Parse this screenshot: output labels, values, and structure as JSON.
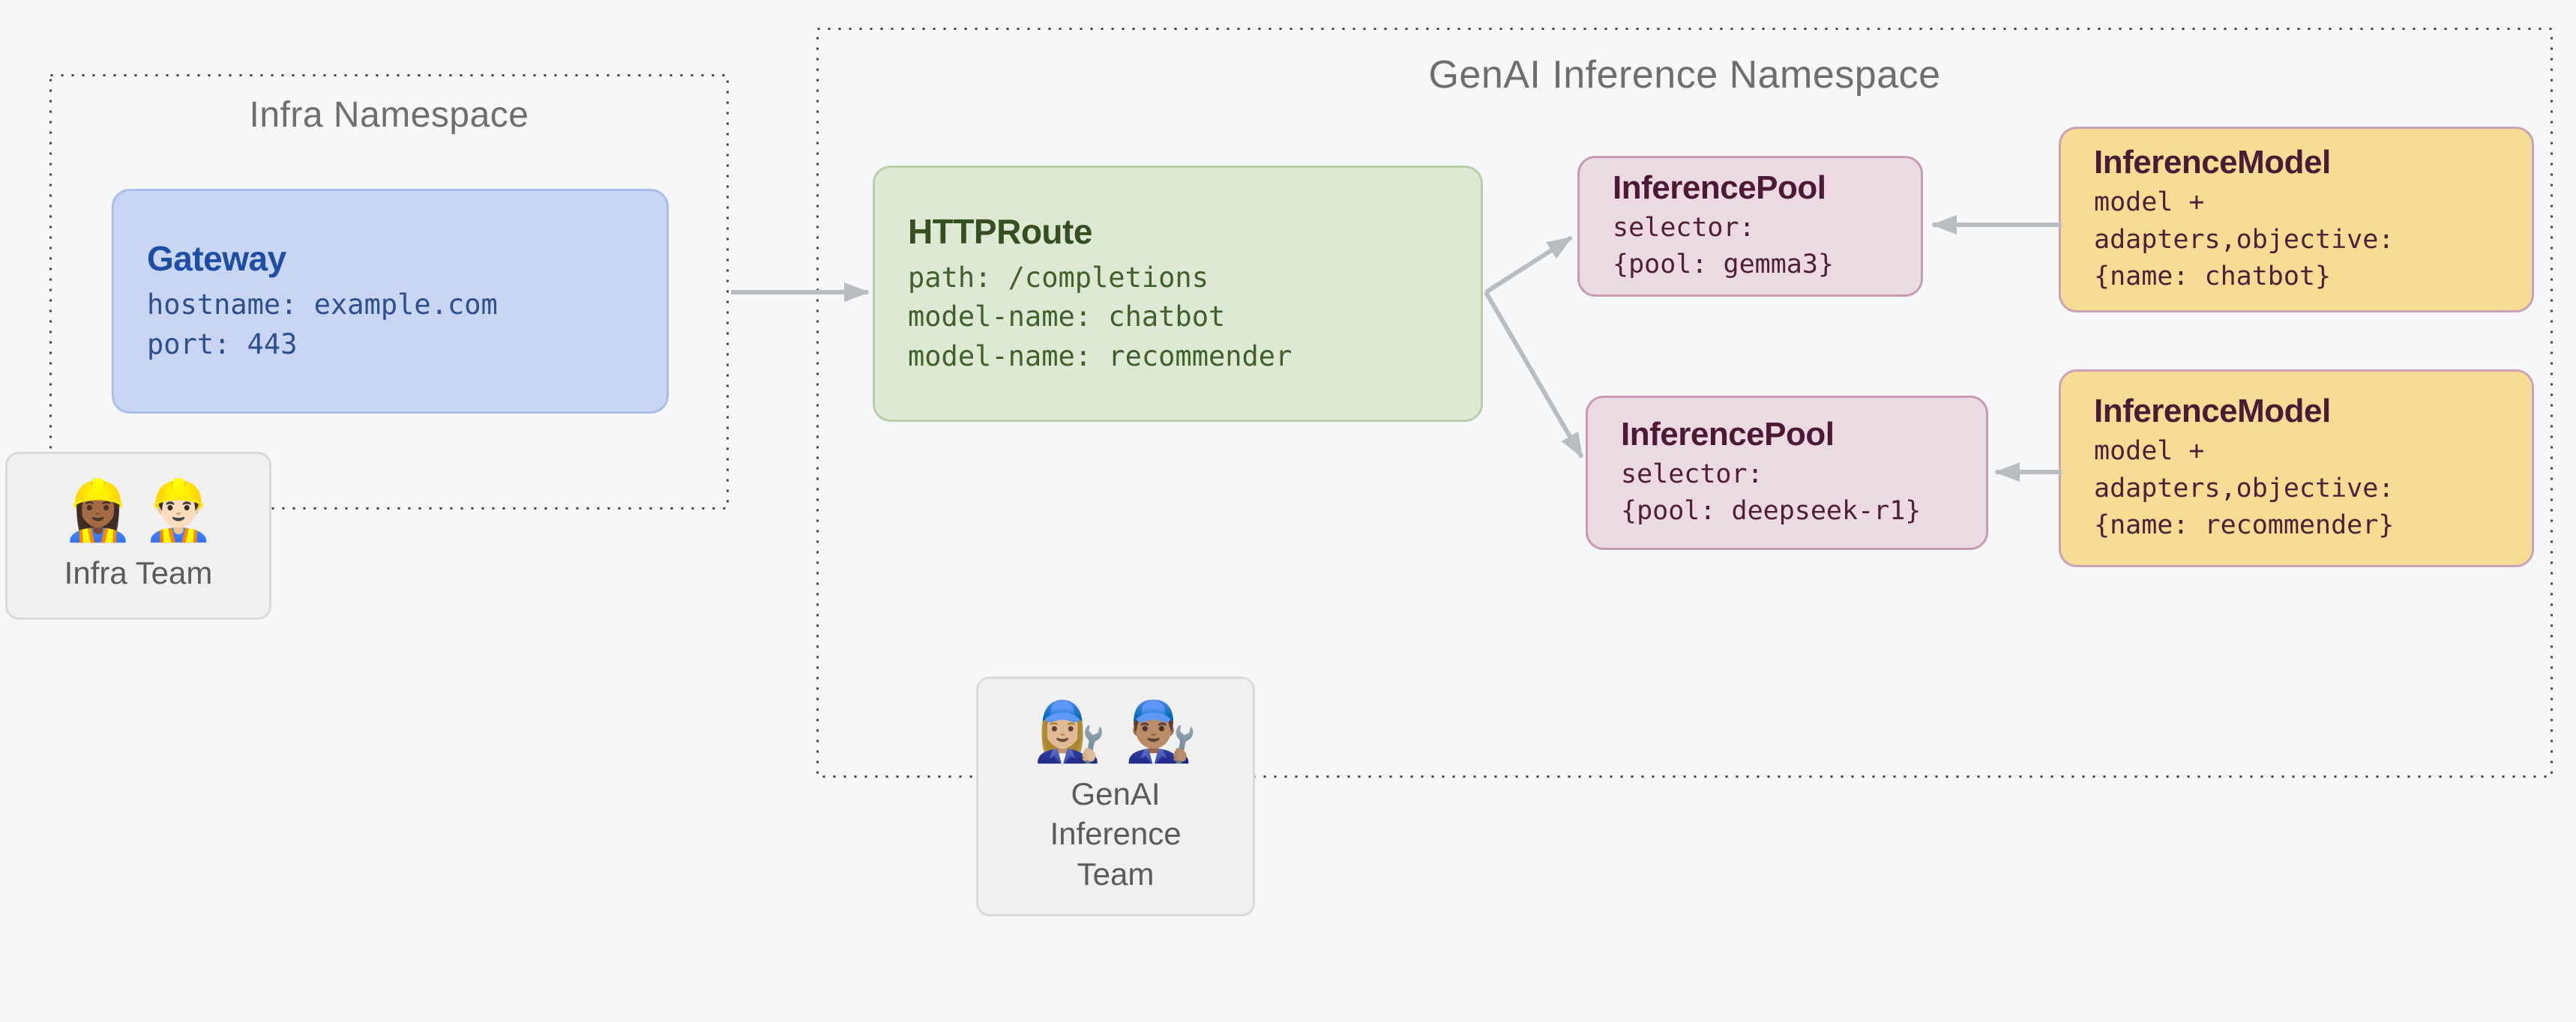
{
  "canvas": {
    "background": "#f6f7f9",
    "arrow_color": "#b9bcc1",
    "dotted_border_color": "#454545"
  },
  "namespaces": {
    "infra": {
      "title": "Infra Namespace"
    },
    "genai": {
      "title": "GenAI Inference Namespace"
    }
  },
  "nodes": {
    "gateway": {
      "title": "Gateway",
      "lines": [
        "hostname: example.com",
        "port: 443"
      ],
      "fill": "#c8d6f3",
      "border": "#a8bee9",
      "title_color": "#1e4da6",
      "text_color": "#2e4f8e"
    },
    "httproute": {
      "title": "HTTPRoute",
      "lines": [
        "path: /completions",
        "model-name: chatbot",
        "model-name: recommender"
      ],
      "fill": "#dde9d3",
      "border": "#b9cfa6",
      "title_color": "#364f21",
      "text_color": "#41602c"
    },
    "pool_gemma3": {
      "title": "InferencePool",
      "lines": [
        "selector:",
        "{pool: gemma3}"
      ],
      "fill": "#ecdae3",
      "border": "#c79cb2",
      "title_color": "#4c1a36",
      "text_color": "#4f1e39"
    },
    "pool_deepseek": {
      "title": "InferencePool",
      "lines": [
        "selector:",
        "{pool: deepseek-r1}"
      ],
      "fill": "#ecdae3",
      "border": "#c79cb2",
      "title_color": "#4c1a36",
      "text_color": "#4f1e39"
    },
    "model_chatbot": {
      "title": "InferenceModel",
      "lines": [
        "model +",
        "adapters,objective:",
        "{name: chatbot}"
      ],
      "fill": "#f9dc93",
      "border": "#cba3b8",
      "title_color": "#4c1a36",
      "text_color": "#4f1e39"
    },
    "model_recommender": {
      "title": "InferenceModel",
      "lines": [
        "model +",
        "adapters,objective:",
        "{name: recommender}"
      ],
      "fill": "#f9dc93",
      "border": "#cba3b8",
      "title_color": "#4c1a36",
      "text_color": "#4f1e39"
    }
  },
  "teams": {
    "infra": {
      "label": "Infra Team",
      "emojis": [
        "👷🏾‍♀️",
        "👷🏻‍♂️"
      ]
    },
    "genai": {
      "label": "GenAI Inference Team",
      "emojis": [
        "👩🏼‍🔧",
        "👨🏽‍🔧"
      ]
    }
  }
}
